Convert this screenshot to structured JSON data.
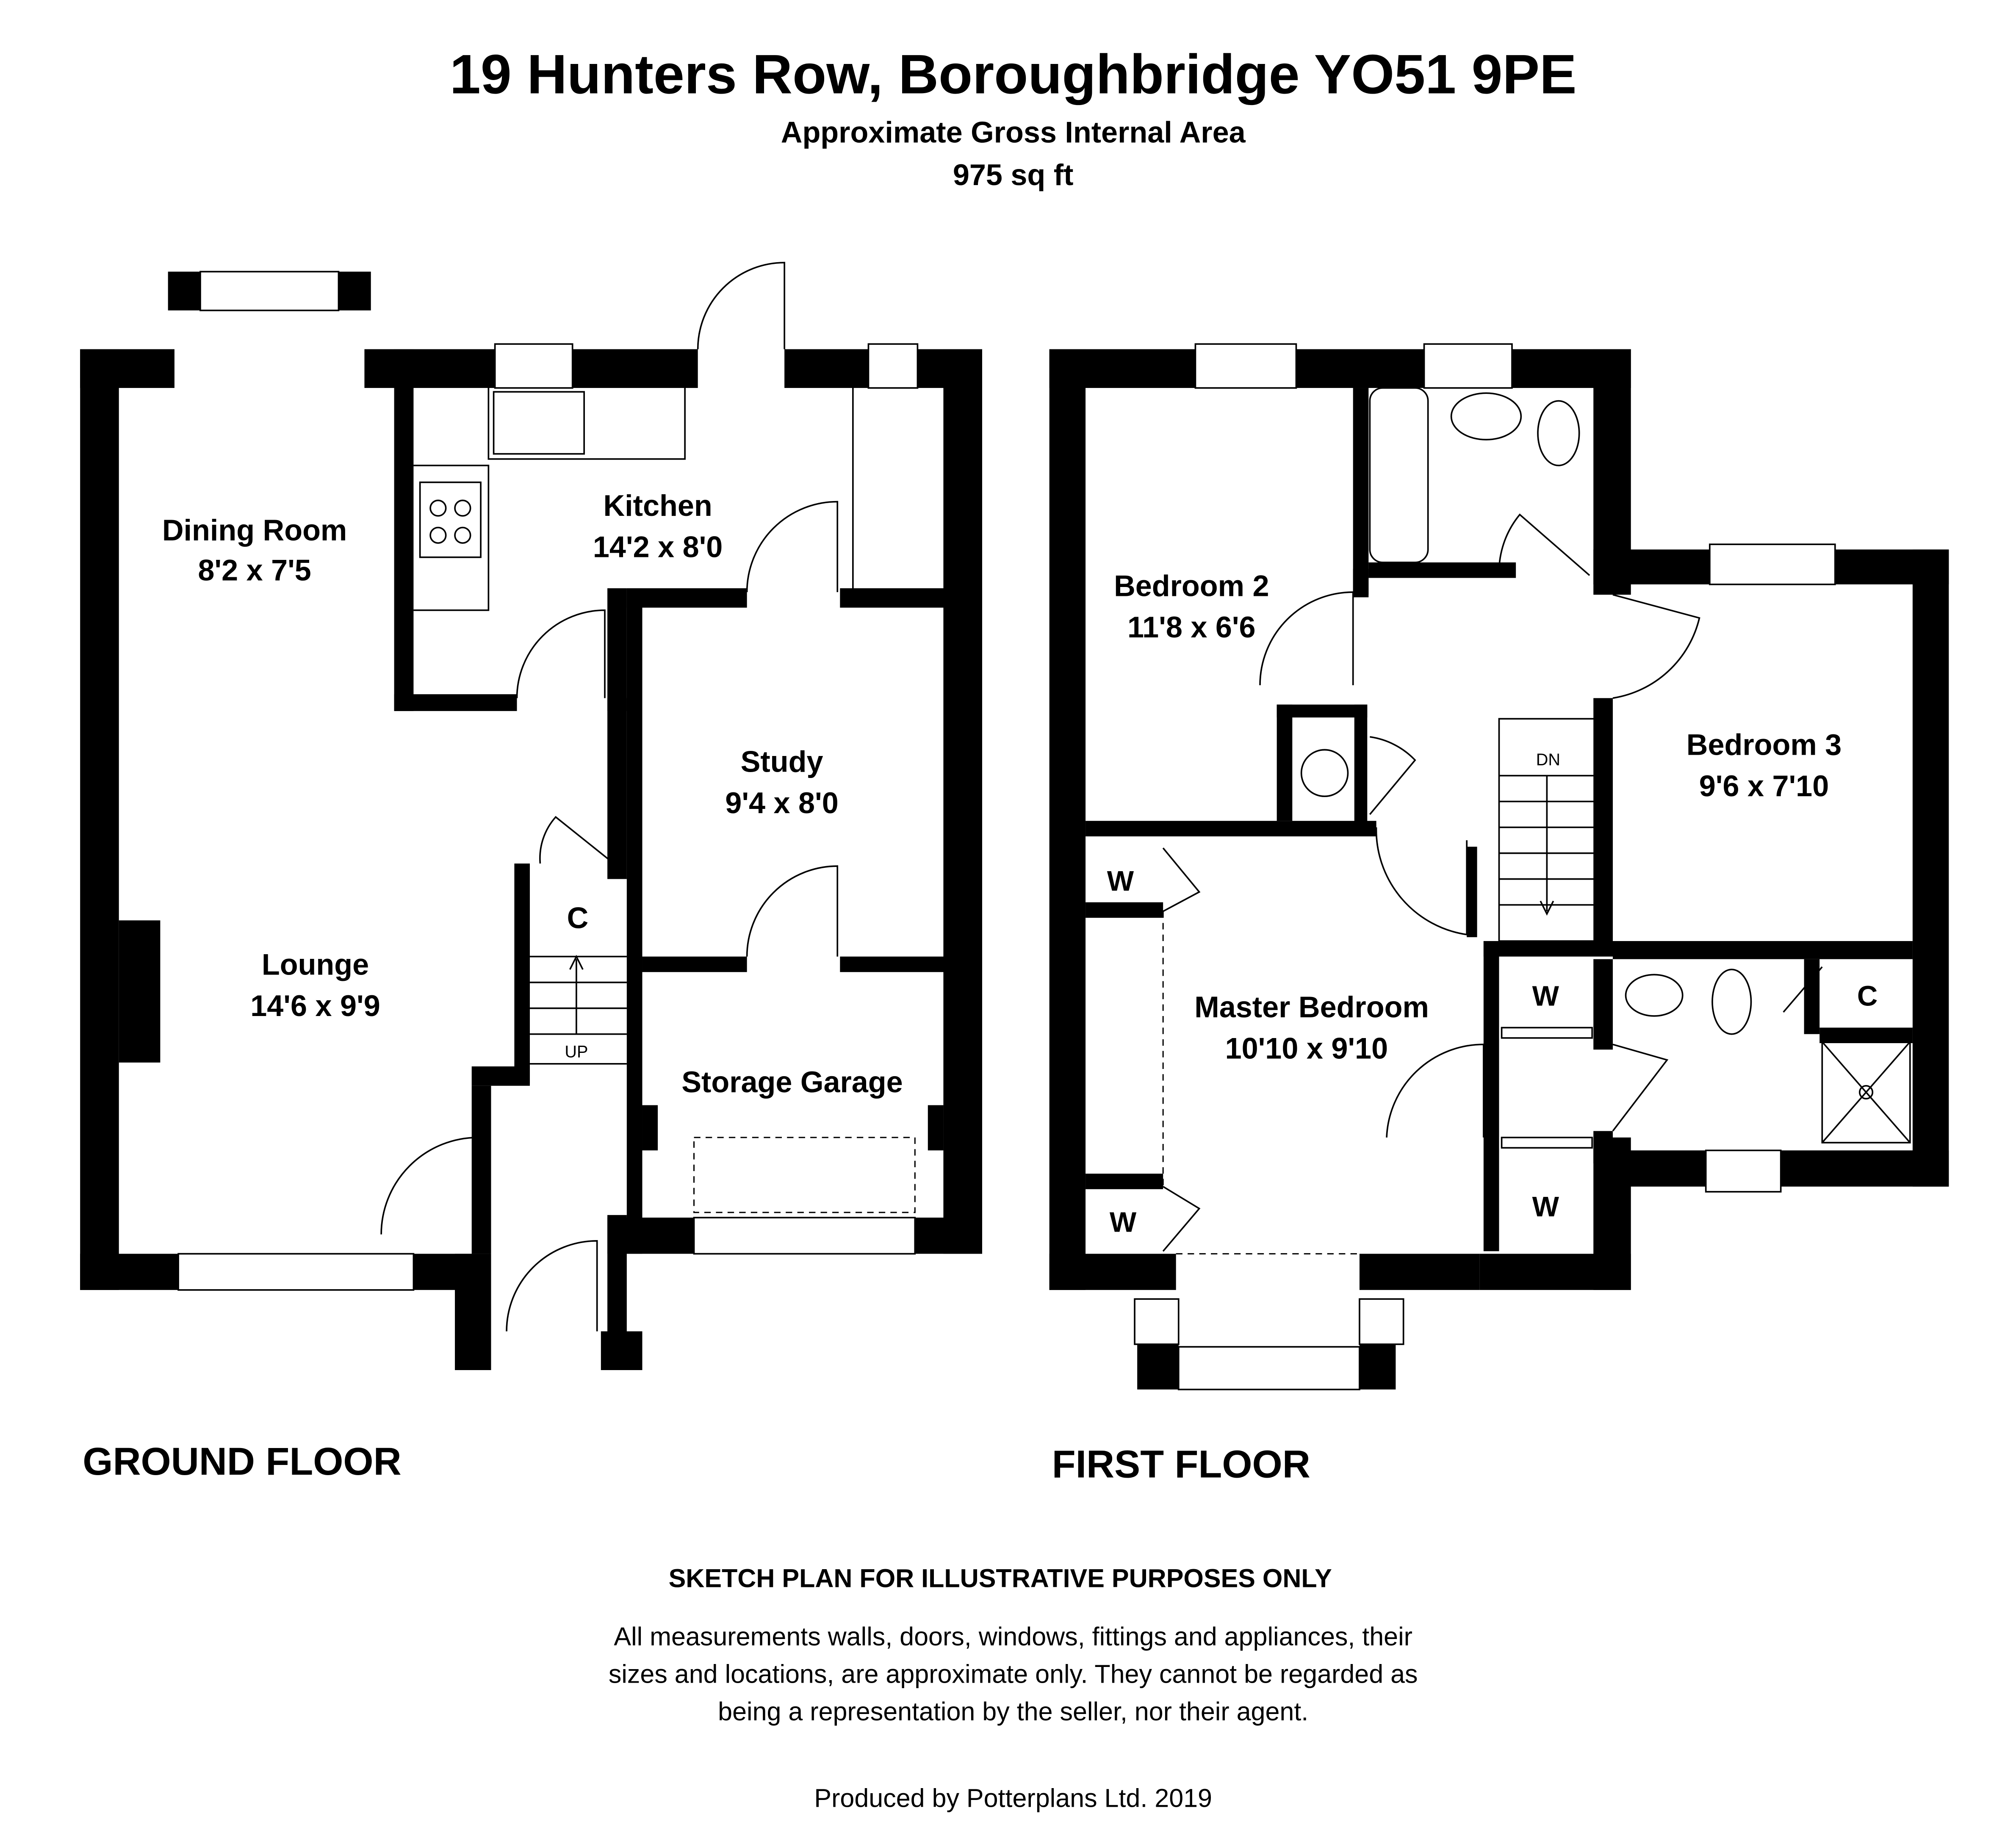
{
  "header": {
    "title": "19 Hunters Row, Boroughbridge YO51 9PE",
    "subtitle": "Approximate Gross Internal Area",
    "area": "975 sq ft"
  },
  "ground_floor": {
    "label": "GROUND FLOOR",
    "rooms": [
      {
        "name": "Dining Room",
        "size": "8'2 x 7'5"
      },
      {
        "name": "Kitchen",
        "size": "14'2 x 8'0"
      },
      {
        "name": "Study",
        "size": "9'4 x 8'0"
      },
      {
        "name": "Lounge",
        "size": "14'6 x 9'9"
      },
      {
        "name": "Storage Garage",
        "size": ""
      }
    ],
    "cupboard": "C",
    "stairs": "UP"
  },
  "first_floor": {
    "label": "FIRST FLOOR",
    "rooms": [
      {
        "name": "Bedroom 2",
        "size": "11'8 x 6'6"
      },
      {
        "name": "Bedroom 3",
        "size": "9'6 x 7'10"
      },
      {
        "name": "Master Bedroom",
        "size": "10'10 x 9'10"
      }
    ],
    "wardrobe": "W",
    "cupboard": "C",
    "stairs": "DN"
  },
  "footer": {
    "heading": "SKETCH PLAN FOR ILLUSTRATIVE PURPOSES ONLY",
    "disclaimer": [
      "All measurements walls, doors, windows, fittings and appliances, their",
      "sizes and locations, are approximate only. They cannot be regarded as",
      "being a representation by the seller, nor their agent."
    ],
    "credit": "Produced by Potterplans Ltd. 2019"
  }
}
